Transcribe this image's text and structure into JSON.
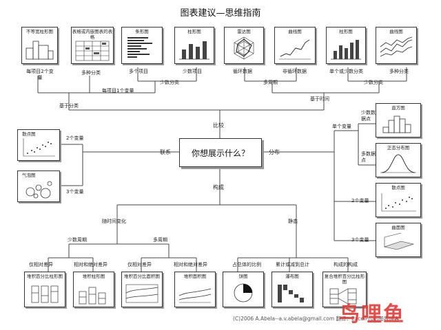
{
  "title": "图表建议—思维指南",
  "center": "你想展示什么？",
  "branches": {
    "top": "比较",
    "left": "联系",
    "right": "分布",
    "bottom": "构成"
  },
  "compare": {
    "by_item": "基于分类",
    "by_time": "基于时间",
    "two_vars_per_item": "每项目2个变量",
    "one_var_per_item": "每项目1个变量",
    "multi_category": "多种分类",
    "many_items": "多个项目",
    "few_items": "少数项目",
    "few_categories": "少数分类",
    "cyclic": "循环数据",
    "non_cyclic": "非循环数据",
    "many_periods": "多周期",
    "single_or_few": "单个或少数分类",
    "many_categories": "多种分类",
    "few_categories_time": "少数分类",
    "charts": {
      "variable_width_bar": "不等宽柱形图",
      "table_embedded": "表格或内嵌图表的表格",
      "bar": "条形图",
      "column": "柱形图",
      "radar": "雷达图",
      "line": "曲线图",
      "column_time": "柱形图",
      "line_time": "曲线图"
    }
  },
  "relation": {
    "two_vars": "2个变量",
    "three_vars": "3个变量",
    "scatter": "散点图",
    "bubble": "气泡图"
  },
  "distribution": {
    "single_var": "单个变量",
    "few_points": "少数数据点",
    "many_points": "多数据点",
    "two_vars": "2个变量",
    "three_vars": "3个变量",
    "histogram": "直方图",
    "normal": "正态分布图",
    "scatter": "散点图",
    "surface": "曲面图"
  },
  "composition": {
    "over_time": "随时间变化",
    "static": "静态",
    "few_periods": "少数周期",
    "many_periods": "多周期",
    "relative_only_a": "仅相对差异",
    "relative_absolute_a": "相对和绝对差异",
    "relative_only_b": "仅相对差异",
    "relative_absolute_b": "相对和绝对差异",
    "share_of_total": "占总体的比例",
    "accumulate": "累计或减到总计",
    "component_of_component": "构成的构成",
    "charts": {
      "stacked_pct_column": "堆积百分比柱形图",
      "stacked_column": "堆积柱形图",
      "stacked_pct_area": "堆积百分比面积图",
      "stacked_area": "堆积面积图",
      "pie": "饼图",
      "waterfall": "瀑布图",
      "stacked_pct_with_sub": "复合堆积百分比柱形图"
    }
  },
  "footer": "(C)2006 A.Abela--a.v.abela@gmail.com    翻译：ExcelPro的图表博客",
  "watermark": "鸟哩鱼"
}
